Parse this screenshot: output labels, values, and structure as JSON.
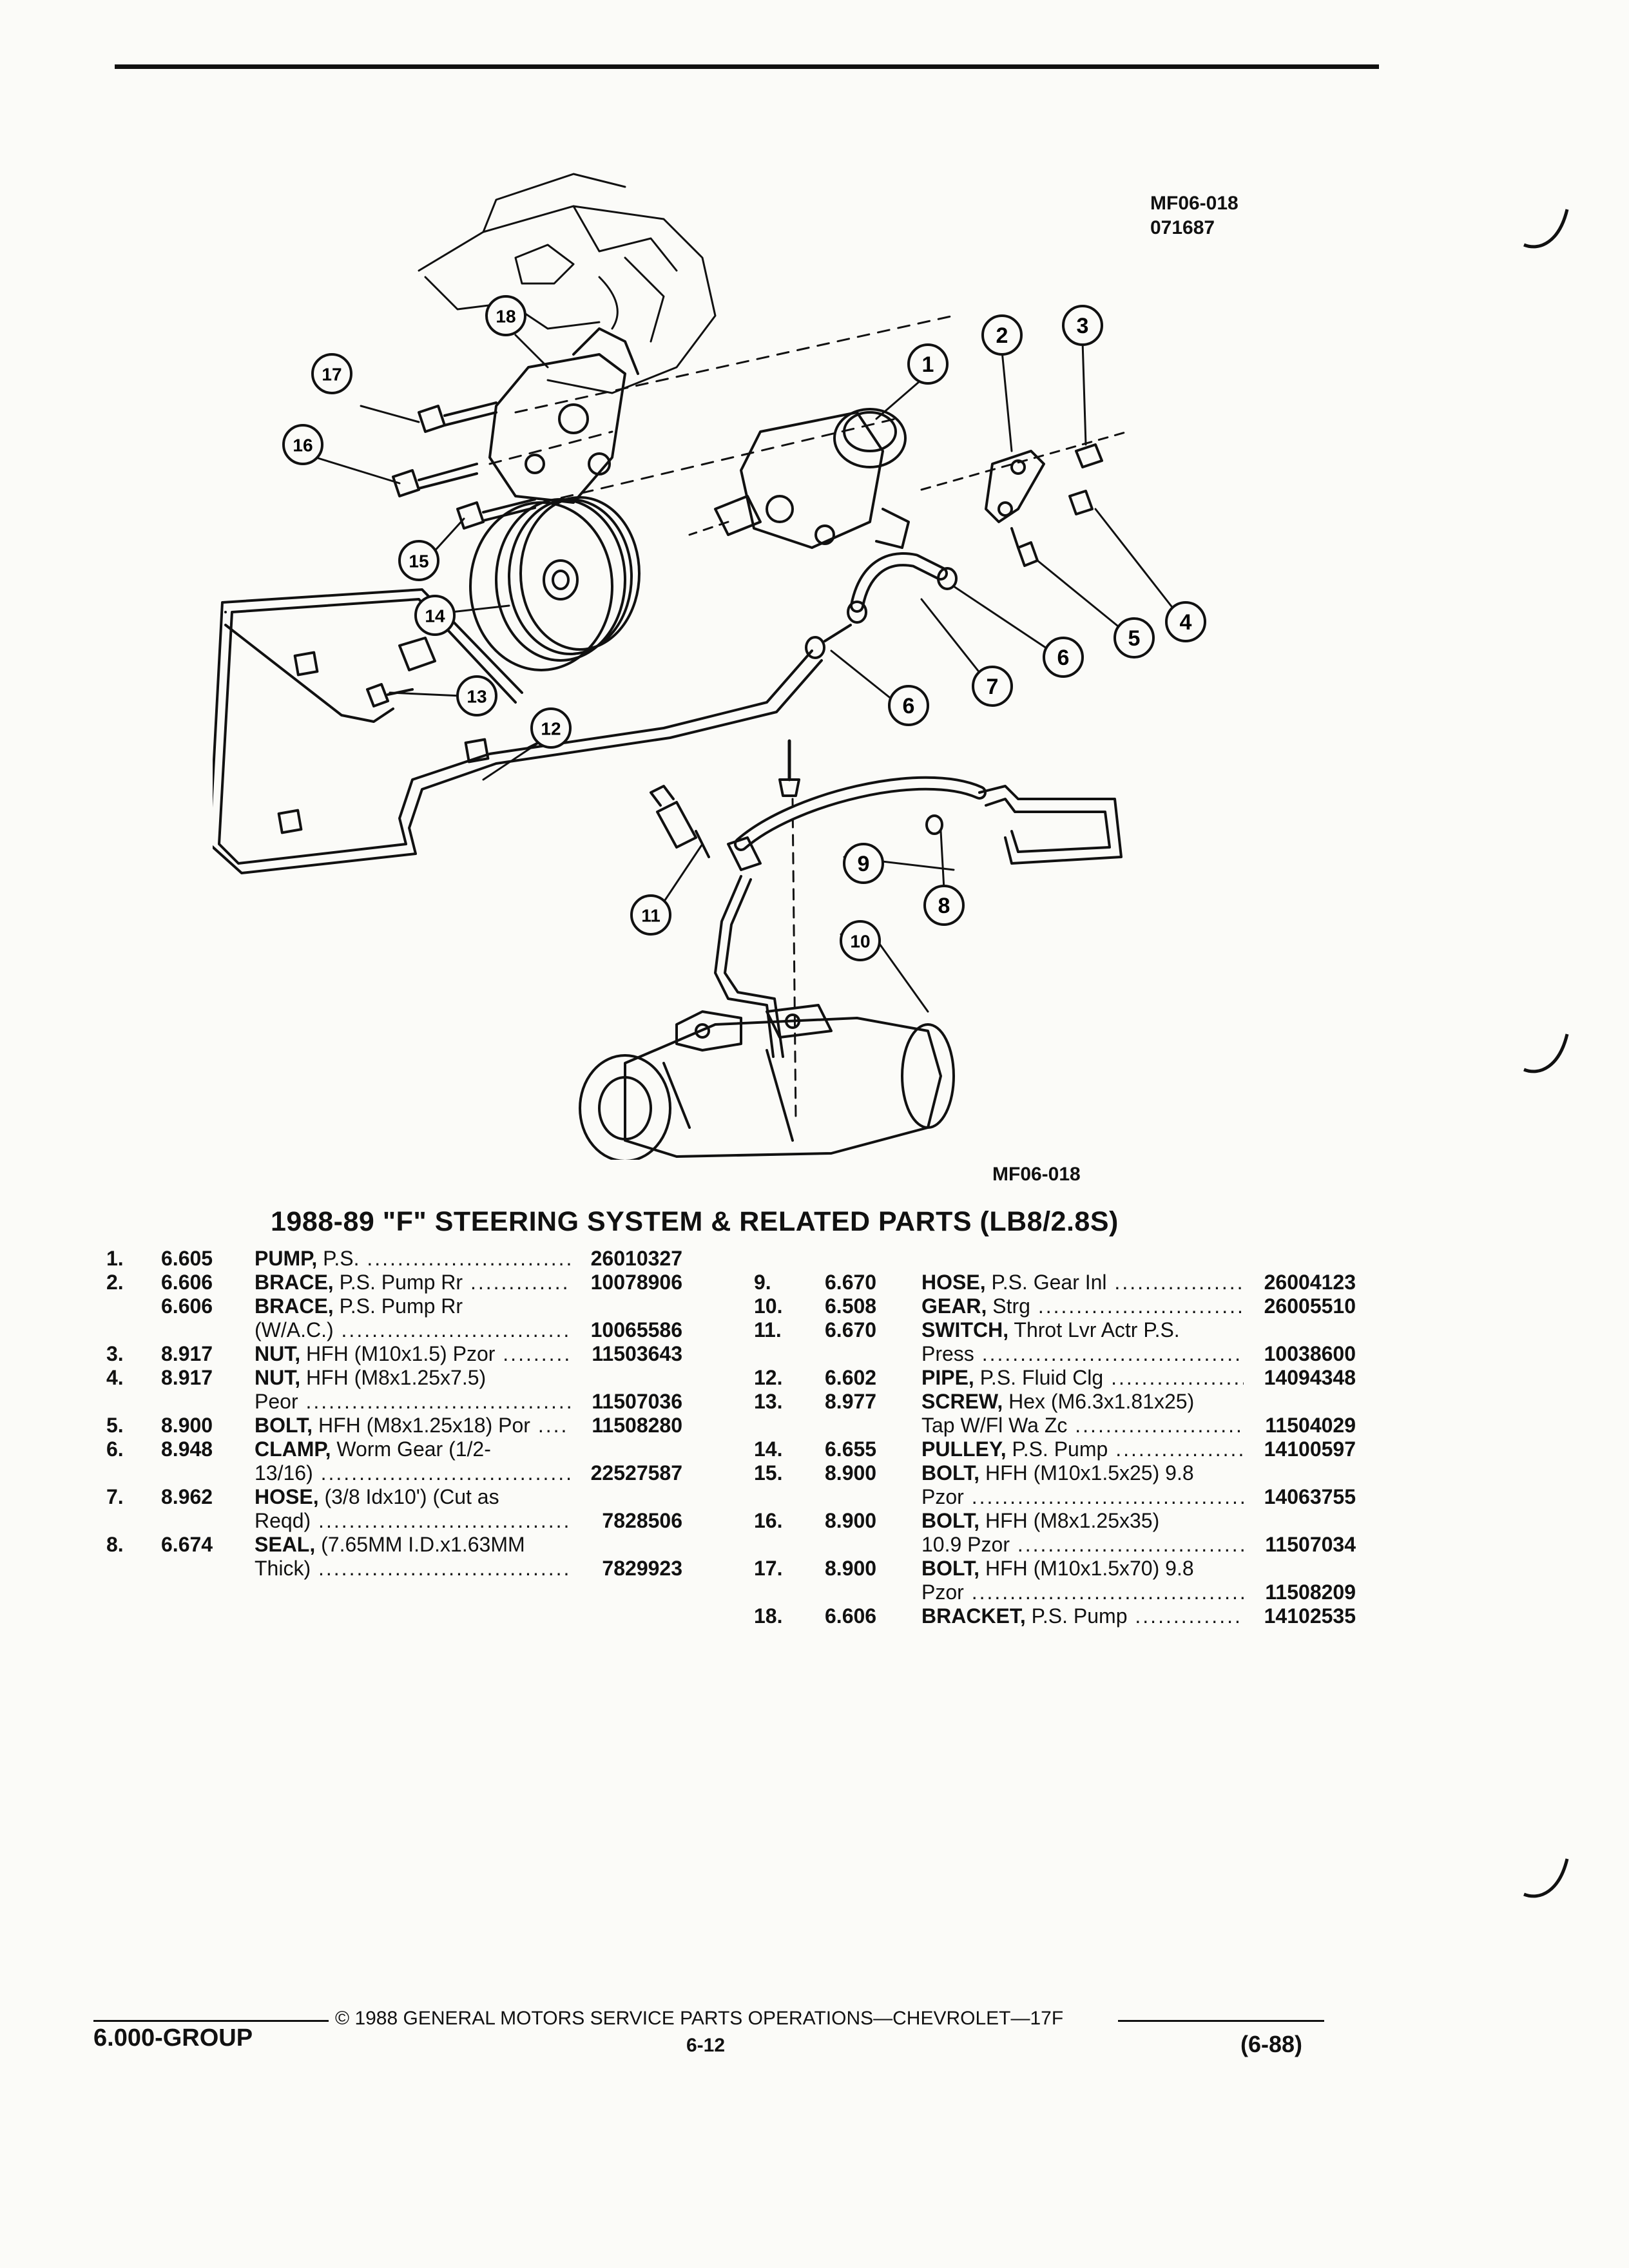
{
  "header": {
    "figure_code": "MF06-018",
    "figure_date": "071687",
    "figure_code_bottom": "MF06-018"
  },
  "callouts": [
    "1",
    "2",
    "3",
    "4",
    "5",
    "6",
    "7",
    "6",
    "8",
    "9",
    "10",
    "11",
    "12",
    "13",
    "14",
    "15",
    "16",
    "17",
    "18"
  ],
  "title": "1988-89 \"F\" STEERING SYSTEM & RELATED PARTS (LB8/2.8S)",
  "left_parts": [
    {
      "num": "1.",
      "group": "6.605",
      "name": "PUMP,",
      "desc": " P.S.",
      "part": "26010327"
    },
    {
      "num": "2.",
      "group": "6.606",
      "name": "BRACE,",
      "desc": " P.S. Pump Rr",
      "part": "10078906"
    },
    {
      "num": "",
      "group": "6.606",
      "name": "BRACE,",
      "desc": " P.S. Pump Rr",
      "part": ""
    },
    {
      "num": "",
      "group": "",
      "name": "",
      "desc": "(W/A.C.)",
      "part": "10065586"
    },
    {
      "num": "3.",
      "group": "8.917",
      "name": "NUT,",
      "desc": " HFH (M10x1.5) Pzor",
      "part": "11503643"
    },
    {
      "num": "4.",
      "group": "8.917",
      "name": "NUT,",
      "desc": " HFH (M8x1.25x7.5)",
      "part": ""
    },
    {
      "num": "",
      "group": "",
      "name": "",
      "desc": "Peor",
      "part": "11507036"
    },
    {
      "num": "5.",
      "group": "8.900",
      "name": "BOLT,",
      "desc": " HFH (M8x1.25x18) Por",
      "part": "11508280"
    },
    {
      "num": "6.",
      "group": "8.948",
      "name": "CLAMP,",
      "desc": " Worm Gear (1/2-",
      "part": ""
    },
    {
      "num": "",
      "group": "",
      "name": "",
      "desc": "13/16)",
      "part": "22527587"
    },
    {
      "num": "7.",
      "group": "8.962",
      "name": "HOSE,",
      "desc": " (3/8 Idx10') (Cut as",
      "part": ""
    },
    {
      "num": "",
      "group": "",
      "name": "",
      "desc": "Reqd)",
      "part": "7828506"
    },
    {
      "num": "8.",
      "group": "6.674",
      "name": "SEAL,",
      "desc": " (7.65MM I.D.x1.63MM",
      "part": ""
    },
    {
      "num": "",
      "group": "",
      "name": "",
      "desc": "Thick)",
      "part": "7829923"
    }
  ],
  "right_parts": [
    {
      "num": "9.",
      "group": "6.670",
      "name": "HOSE,",
      "desc": " P.S. Gear Inl",
      "part": "26004123"
    },
    {
      "num": "10.",
      "group": "6.508",
      "name": "GEAR,",
      "desc": " Strg",
      "part": "26005510"
    },
    {
      "num": "11.",
      "group": "6.670",
      "name": "SWITCH,",
      "desc": " Throt Lvr Actr P.S.",
      "part": ""
    },
    {
      "num": "",
      "group": "",
      "name": "",
      "desc": "Press",
      "part": "10038600"
    },
    {
      "num": "12.",
      "group": "6.602",
      "name": "PIPE,",
      "desc": " P.S. Fluid Clg",
      "part": "14094348"
    },
    {
      "num": "13.",
      "group": "8.977",
      "name": "SCREW,",
      "desc": " Hex (M6.3x1.81x25)",
      "part": ""
    },
    {
      "num": "",
      "group": "",
      "name": "",
      "desc": "Tap W/Fl Wa Zc",
      "part": "11504029"
    },
    {
      "num": "14.",
      "group": "6.655",
      "name": "PULLEY,",
      "desc": " P.S. Pump",
      "part": "14100597"
    },
    {
      "num": "15.",
      "group": "8.900",
      "name": "BOLT,",
      "desc": " HFH (M10x1.5x25) 9.8",
      "part": ""
    },
    {
      "num": "",
      "group": "",
      "name": "",
      "desc": "Pzor",
      "part": "14063755"
    },
    {
      "num": "16.",
      "group": "8.900",
      "name": "BOLT,",
      "desc": " HFH (M8x1.25x35)",
      "part": ""
    },
    {
      "num": "",
      "group": "",
      "name": "",
      "desc": "10.9 Pzor",
      "part": "11507034"
    },
    {
      "num": "17.",
      "group": "8.900",
      "name": "BOLT,",
      "desc": " HFH (M10x1.5x70) 9.8",
      "part": ""
    },
    {
      "num": "",
      "group": "",
      "name": "",
      "desc": "Pzor",
      "part": "11508209"
    },
    {
      "num": "18.",
      "group": "6.606",
      "name": "BRACKET,",
      "desc": " P.S. Pump",
      "part": "14102535"
    }
  ],
  "footer": {
    "copyright": "© 1988 GENERAL MOTORS SERVICE PARTS OPERATIONS—CHEVROLET—17F",
    "group": "6.000-GROUP",
    "page": "6-12",
    "date_code": "(6-88)"
  }
}
